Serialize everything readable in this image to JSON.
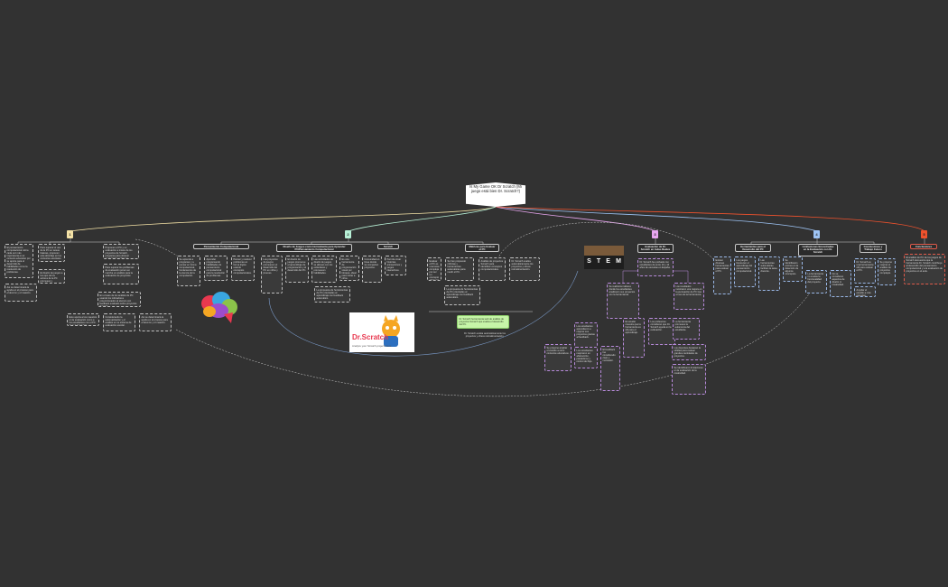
{
  "root": {
    "title": "Is My Game OK Dr Scratch (Mi juego está bien Dr. Scratch?)"
  },
  "branches": [
    {
      "id": "1",
      "color": "#f4e2a6"
    },
    {
      "id": "2",
      "color": "#b7f0d6"
    },
    {
      "id": "3",
      "color": "#e8a6f0"
    },
    {
      "id": "4",
      "color": "#9ec4f5"
    },
    {
      "id": "5",
      "color": "#f0522d"
    }
  ],
  "b1": {
    "n1": "El pensamiento computacional cobra cada vez más importancia en el contexto educativo por su aporte para el desarrollo de habilidades como la resolución de problemas.",
    "n2": "Para superar el uso de la PC en tareas básicas, proponen este abordaje en los contextos escolares.",
    "n3": "El diseño de juegos a los ojos de los actores de la PC promueve y desarrolla el PC.",
    "n4": "Proponen el PC y su evaluación a través de los proyectos de Scratch, programa para obtener comentarios sobre las habilidades del alumno.",
    "n5": "Para superar los problemas de evaluación ponen en marcha un análisis para la evaluación de proyectos.",
    "n6": "En el caso de los análisis de PC usando los indicadores proporcionados al alumno con feedback evaluado sobre proyectos Scratch.",
    "n7": "Esto aporta a los maestros en la evaluación como a los estudiantes con el PC de sus proyectos.",
    "n8": "Considerando la automatización y el análisis en su sistema de evaluación escolar.",
    "n9": "Así se determinará la ayuda en el proceso para el alumno y el maestro."
  },
  "b2": {
    "h1": "Pensamiento Computacional",
    "h2": "Diseño de Juegos como Herramienta para Aprender PC/Pensamiento Computacional",
    "h3": "Scratch",
    "h4": "Métricas para Evaluar el PC",
    "n1": "Se aprende a programar y a pensar en forma computacional, fundamentos de la ciencia de la computación.",
    "n2": "Aprender programando habilidades de pensamiento computacional para la resolución de problemas.",
    "n3": "Pensar y resolver problemas en forma lógica usando conceptos computacionales.",
    "n4": "Los proyectos de juegos promueven el desarrollo del PC en niños y jóvenes.",
    "n5": "El diseño de juegos promueve el aprendizaje de programación y el desarrollo del PC.",
    "n6": "Las actividades de diseño de juegos se alinean con los estándares y promueven habilidades.",
    "n7": "Es una herramienta de programación visual por bloques, ideal para iniciar a niños.",
    "n8": "Comunidad en línea donde se comparten proyectos.",
    "n9": "Permite crear historias, animaciones y juegos interactivos.",
    "n10": "Evaluar el PC es una tarea compleja por ser un concepto abstracto.",
    "n11": "Se han propuesto rúbricas y herramientas automáticas para medir el PC.",
    "n12": "Análisis de proyectos Scratch para identificar conceptos computacionales.",
    "n13": "La propuesta de herramientas de PC orientadas al aprendizaje con feedback automático.",
    "n14": "Dr. Scratch evalúa automáticamente los proyectos y ofrece retroalimentación.",
    "green": "Dr. Scratch herramienta web de análisis de proyectos Scratch que evalúa el desarrollo del PC."
  },
  "b3": {
    "h1": "Evaluación de Dr. Scratch en Aulas Reales",
    "n1": "Dr. Scratch fue probado con estudiantes de entre 10 y 14 años de escuelas en España.",
    "n2": "Se realizaron talleres donde los estudiantes analizaron sus proyectos con la herramienta.",
    "n3": "Los resultados mostraron una mejora en la puntuación de PC tras el uso de la herramienta.",
    "n4": "Los estudiantes aprendieron a mejorar sus proyectos gracias al feedback.",
    "n5": "El estudio muestra que la herramienta es útil para el aprendizaje.",
    "n6": "Los profesores consideran que Dr. Scratch ayuda en la evaluación.",
    "n7": "La herramienta promueve la autonomía del estudiante.",
    "n8": "Se propone ampliar el estudio a otros contextos educativos.",
    "n9": "Los estudiantes mejoraron en abstracción, paralelismo y control de flujo.",
    "n10": "El feedback fue considerado claro y motivador.",
    "n11": "Los docentes destacan la utilidad para evaluar grandes cantidades de proyectos.",
    "n12": "Se identificaron limitaciones en la evaluación de la creatividad."
  },
  "b4": {
    "h1": "Herramientas para el Desarrollo del PC",
    "h2": "Limitaciones Encontradas en la Evaluación con Dr. Scratch",
    "h3": "Conclusiones y Trabajo Futuro",
    "n1": "Existen diversas herramientas para evaluar el PC.",
    "n2": "Los juegos favorecen el aprendizaje del pensamiento computacional.",
    "n3": "Las herramientas automáticas facilitan la tarea docente.",
    "n4": "Se identificaron errores en la detección de algunos conceptos.",
    "n5": "La herramienta no evalúa la funcionalidad del proyecto.",
    "n6": "No se consideran aspectos de diseño ni creatividad.",
    "n7": "Dr. Scratch es una herramienta útil para evaluar el PC.",
    "n8": "Se propone mejorar el análisis de proyectos complejos.",
    "n9": "Ampliar el estudio a más escuelas."
  },
  "b5": {
    "h1": "Conclusiones",
    "n1": "El análisis de PC de los juegos de Scratch demuestra que la herramienta Dr. Scratch contribuye al desarrollo del pensamiento computacional y a la evaluación de proyectos en el aula."
  },
  "images": {
    "stem": {
      "letters": [
        "S",
        "T",
        "E",
        "M"
      ]
    },
    "drscratch": {
      "title": "Dr.Scratch",
      "sub": "Analyze your Scratch projects here"
    }
  }
}
